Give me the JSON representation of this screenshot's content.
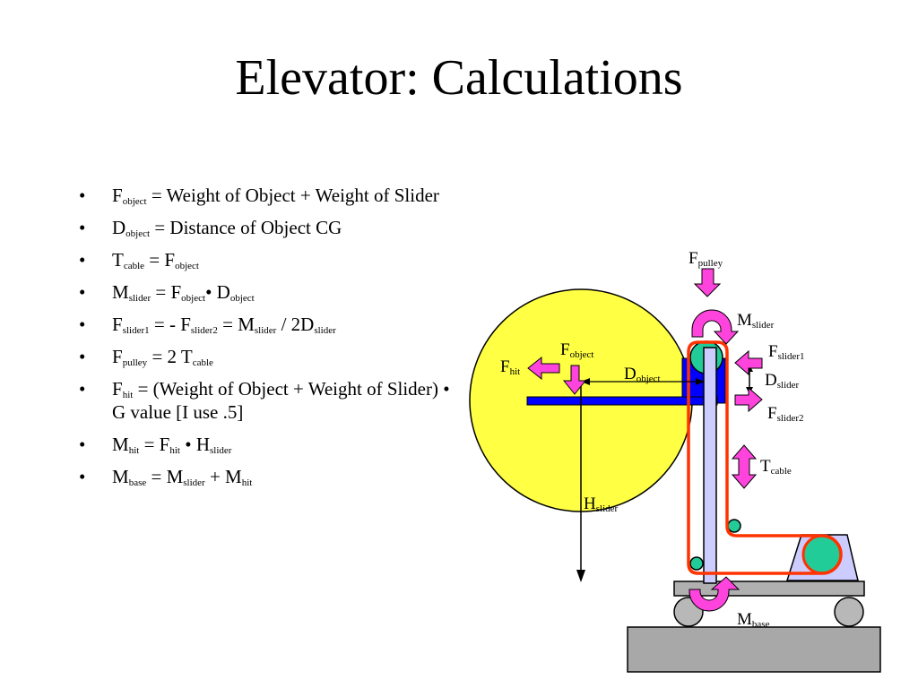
{
  "title": "Elevator: Calculations",
  "bullets": [
    {
      "text": [
        {
          "t": "F"
        },
        {
          "sub": "object"
        },
        {
          "t": " = Weight of Object + Weight of Slider"
        }
      ]
    },
    {
      "text": [
        {
          "t": "D"
        },
        {
          "sub": "object"
        },
        {
          "t": " = Distance of Object CG"
        }
      ]
    },
    {
      "text": [
        {
          "t": "T"
        },
        {
          "sub": "cable"
        },
        {
          "t": " = F"
        },
        {
          "sub": "object"
        }
      ]
    },
    {
      "text": [
        {
          "t": "M"
        },
        {
          "sub": "slider"
        },
        {
          "t": " = F"
        },
        {
          "sub": "object"
        },
        {
          "t": "• D"
        },
        {
          "sub": "object"
        }
      ]
    },
    {
      "text": [
        {
          "t": "F"
        },
        {
          "sub": "slider1"
        },
        {
          "t": " = - F"
        },
        {
          "sub": "slider2"
        },
        {
          "t": " = M"
        },
        {
          "sub": "slider"
        },
        {
          "t": " / 2D"
        },
        {
          "sub": "slider"
        }
      ]
    },
    {
      "text": [
        {
          "t": "F"
        },
        {
          "sub": "pulley"
        },
        {
          "t": " = 2 T"
        },
        {
          "sub": "cable"
        }
      ]
    },
    {
      "text": [
        {
          "t": "F"
        },
        {
          "sub": "hit"
        },
        {
          "t": " = (Weight of Object + Weight of Slider) • G value [I use .5]"
        }
      ]
    },
    {
      "text": [
        {
          "t": "M"
        },
        {
          "sub": "hit"
        },
        {
          "t": " = F"
        },
        {
          "sub": "hit"
        },
        {
          "t": " • H"
        },
        {
          "sub": "slider"
        }
      ]
    },
    {
      "text": [
        {
          "t": "M"
        },
        {
          "sub": "base"
        },
        {
          "t": " = M"
        },
        {
          "sub": "slider"
        },
        {
          "t": " + M"
        },
        {
          "sub": "hit"
        }
      ]
    }
  ],
  "bullet_char": "•",
  "diagram_labels": {
    "f_pulley": {
      "main": "F",
      "sub": "pulley"
    },
    "m_slider": {
      "main": "M",
      "sub": "slider"
    },
    "f_object": {
      "main": "F",
      "sub": "object"
    },
    "f_hit": {
      "main": "F",
      "sub": "hit"
    },
    "d_object": {
      "main": "D",
      "sub": "object"
    },
    "f_slider1": {
      "main": "F",
      "sub": "slider1"
    },
    "d_slider": {
      "main": "D",
      "sub": "slider"
    },
    "f_slider2": {
      "main": "F",
      "sub": "slider2"
    },
    "t_cable": {
      "main": "T",
      "sub": "cable"
    },
    "h_slider": {
      "main": "H",
      "sub": "slider"
    },
    "m_base": {
      "main": "M",
      "sub": "base"
    }
  },
  "colors": {
    "object_circle": "#ffff44",
    "slider_block": "#0000ff",
    "mast": "#ccccff",
    "force_arrow": "#ff44dd",
    "cable": "#ff3300",
    "pulley": "#22cc99",
    "base_platform": "#b0b0b0",
    "ground": "#a8a8a8",
    "wheel": "#b8b8b8",
    "pulley_mount": "#ccccff"
  }
}
